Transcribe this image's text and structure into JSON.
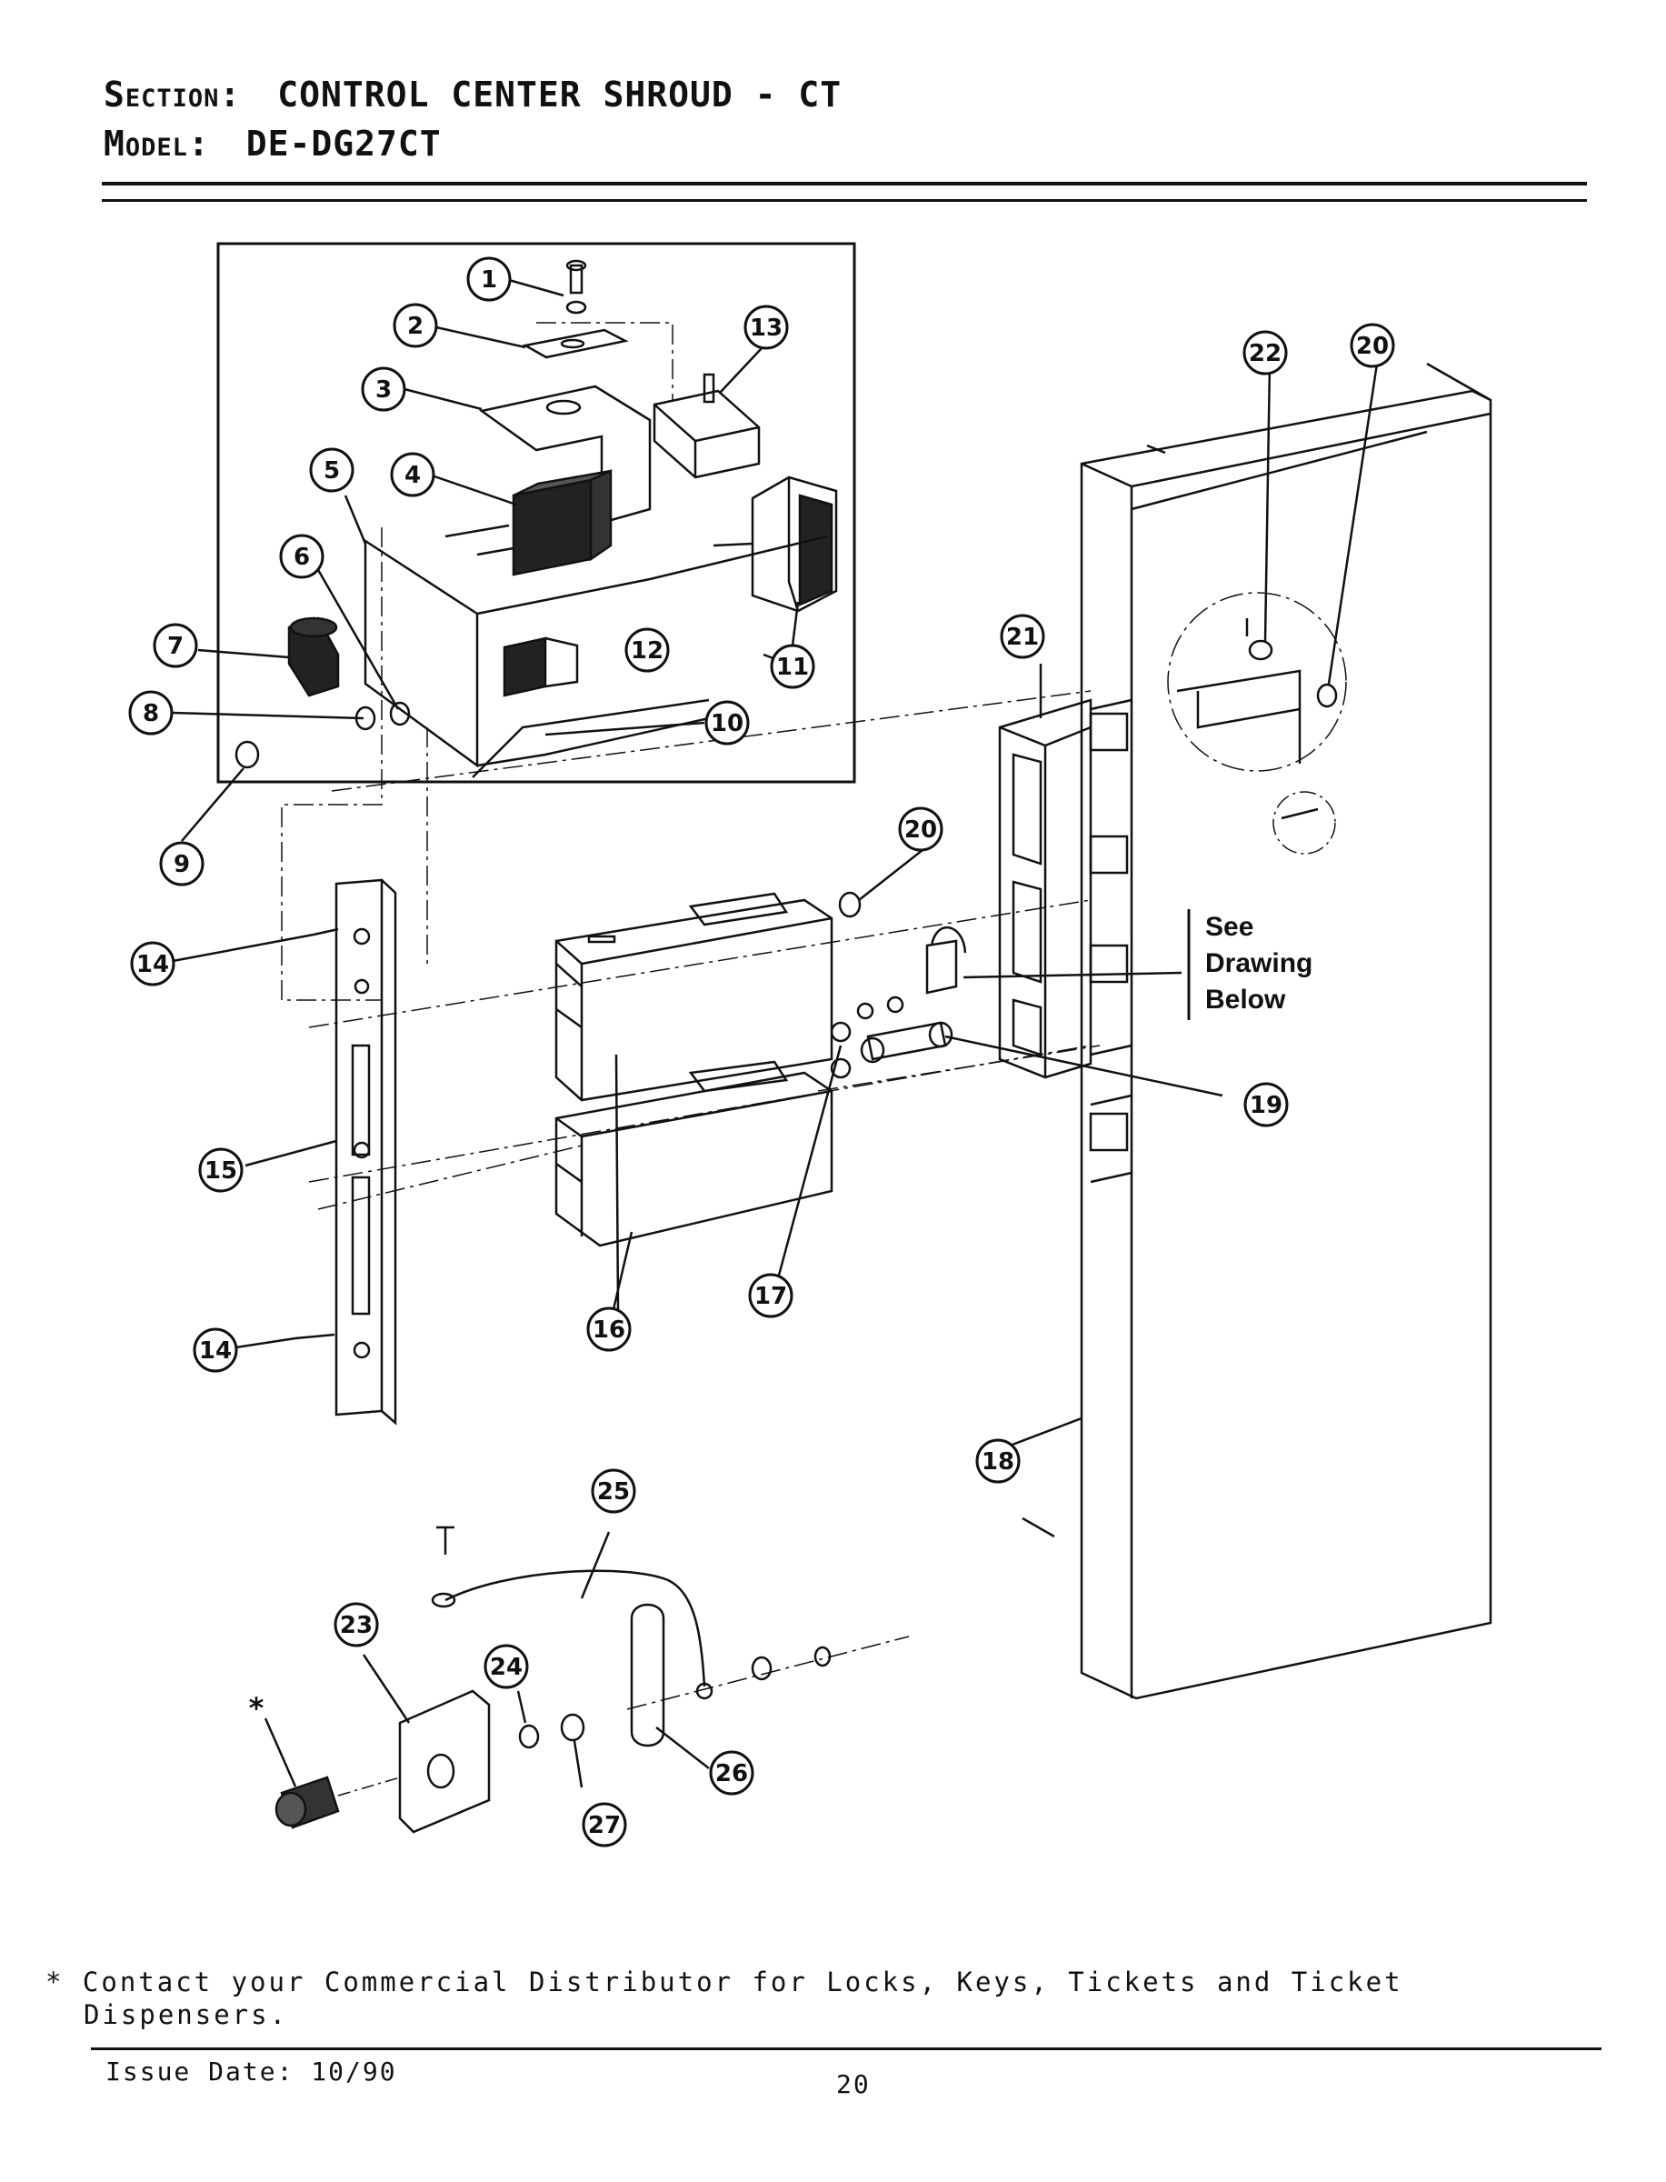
{
  "header": {
    "section_label": "Section:",
    "section_value": "CONTROL CENTER SHROUD - CT",
    "model_label": "Model:",
    "model_value": "DE-DG27CT"
  },
  "callouts": [
    "1",
    "2",
    "3",
    "4",
    "5",
    "6",
    "7",
    "8",
    "9",
    "10",
    "11",
    "12",
    "13",
    "14",
    "14",
    "15",
    "16",
    "17",
    "18",
    "19",
    "20",
    "20",
    "21",
    "22",
    "23",
    "24",
    "25",
    "26",
    "27"
  ],
  "see_drawing_note": [
    "See",
    "Drawing",
    "Below"
  ],
  "asterisk": "*",
  "footnote": {
    "line1": "* Contact your Commercial Distributor for Locks, Keys, Tickets and Ticket",
    "line2": "Dispensers."
  },
  "footer": {
    "issue_date": "Issue Date: 10/90",
    "page_number": "20"
  }
}
